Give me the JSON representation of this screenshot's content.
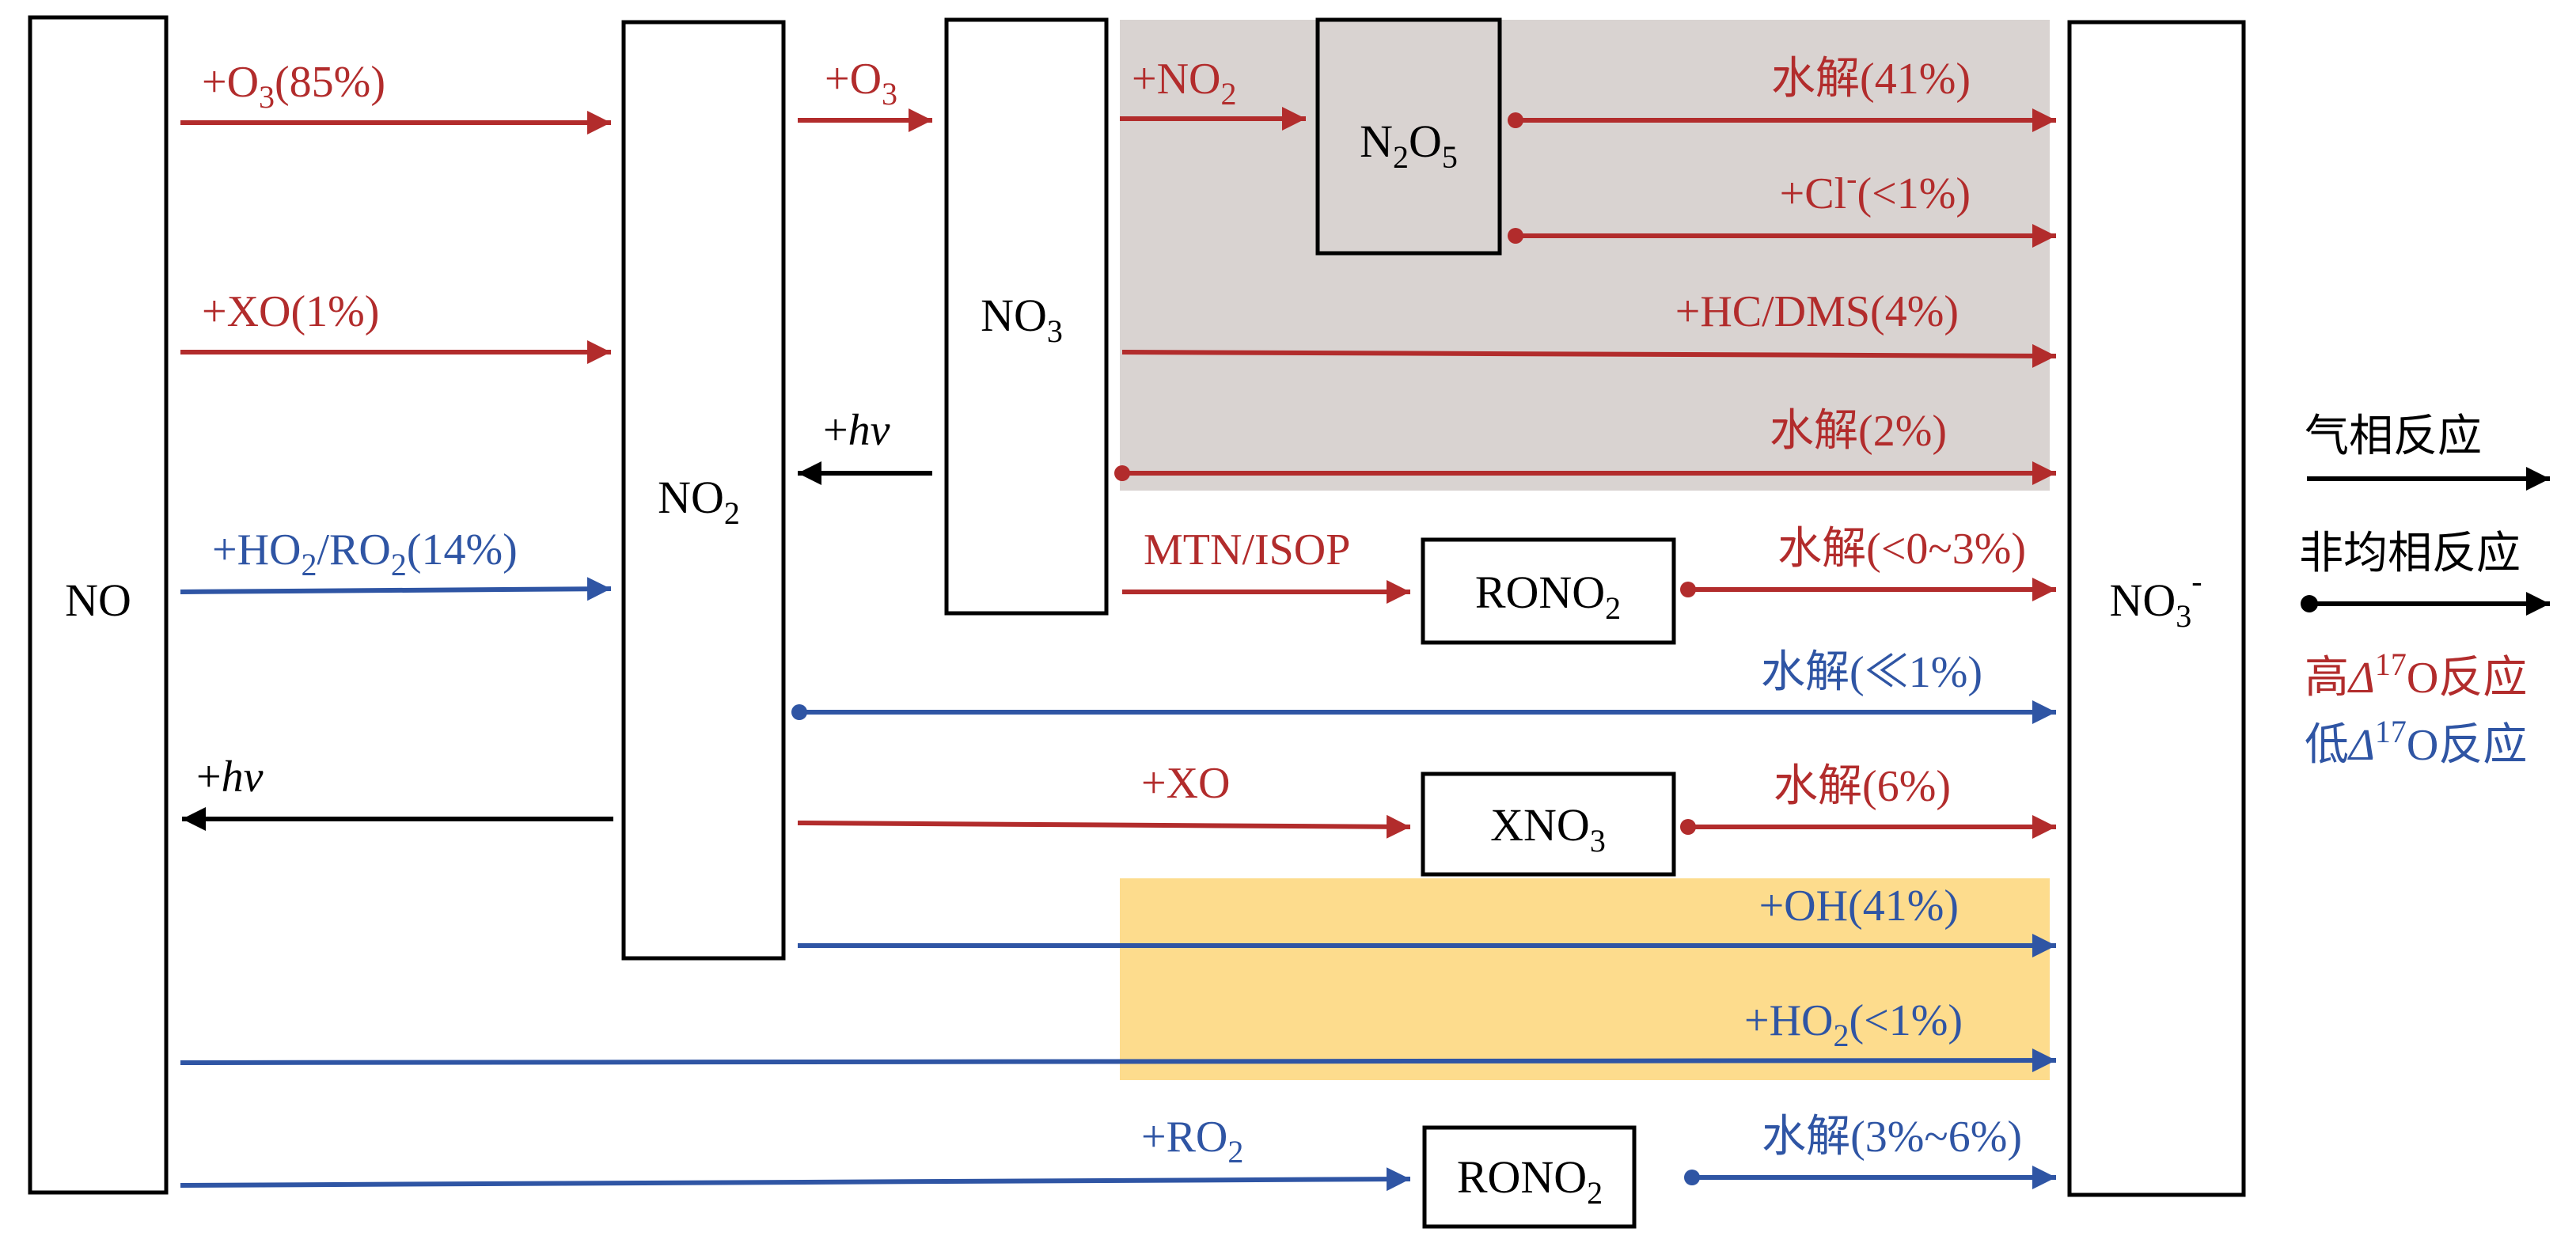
{
  "colors": {
    "high": "#B22C2C",
    "low": "#2F55A4",
    "gas": "#000000",
    "gray_bg": "#D9D3D1",
    "yellow_bg": "#FDDC8D"
  },
  "species": {
    "no": "NO",
    "no2": {
      "base": "NO",
      "sub": "2"
    },
    "no3": {
      "base": "NO",
      "sub": "3"
    },
    "n2o5": {
      "p1": "N",
      "s1": "2",
      "p2": "O",
      "s2": "5"
    },
    "rono2_a": {
      "base": "RONO",
      "sub": "2"
    },
    "xno3": {
      "base": "XNO",
      "sub": "3"
    },
    "rono2_b": {
      "base": "RONO",
      "sub": "2"
    },
    "nitrate": {
      "base": "NO",
      "sub": "3",
      "sup": "-"
    }
  },
  "reactions": {
    "o3_85": {
      "pre": "+O",
      "sub": "3",
      "post": "(85%)"
    },
    "xo_1": "+XO(1%)",
    "ho2_ro2": {
      "a": "+HO",
      "s1": "2",
      "b": "/RO",
      "s2": "2",
      "c": "(14%)"
    },
    "hv_left": {
      "plus": "+",
      "it": "hv"
    },
    "o3_b": {
      "pre": "+O",
      "sub": "3"
    },
    "hv_mid": {
      "plus": "+",
      "it": "hv"
    },
    "no2_add": {
      "pre": "+NO",
      "sub": "2"
    },
    "hydro_41": "水解(41%)",
    "cl": {
      "pre": "+Cl",
      "sup": "-",
      "post": "(<1%)"
    },
    "hc_dms": "+HC/DMS(4%)",
    "hydro_2": "水解(2%)",
    "mtn_isop": "MTN/ISOP",
    "hydro_0_3": "水解(<0~3%)",
    "hydro_ll1": "水解(≪1%)",
    "xo": "+XO",
    "hydro_6": "水解(6%)",
    "oh_41": "+OH(41%)",
    "ho2": {
      "pre": "+HO",
      "sub": "2",
      "post": "(<1%)"
    },
    "ro2": {
      "pre": "+RO",
      "sub": "2"
    },
    "hydro_3_6": "水解(3%~6%)"
  },
  "legend": {
    "gas_phase": "气相反应",
    "heterogeneous": "非均相反应",
    "high": {
      "pre": "高",
      "delta": "Δ",
      "sup": "17",
      "post": "O反应"
    },
    "low": {
      "pre": "低",
      "delta": "Δ",
      "sup": "17",
      "post": "O反应"
    }
  }
}
